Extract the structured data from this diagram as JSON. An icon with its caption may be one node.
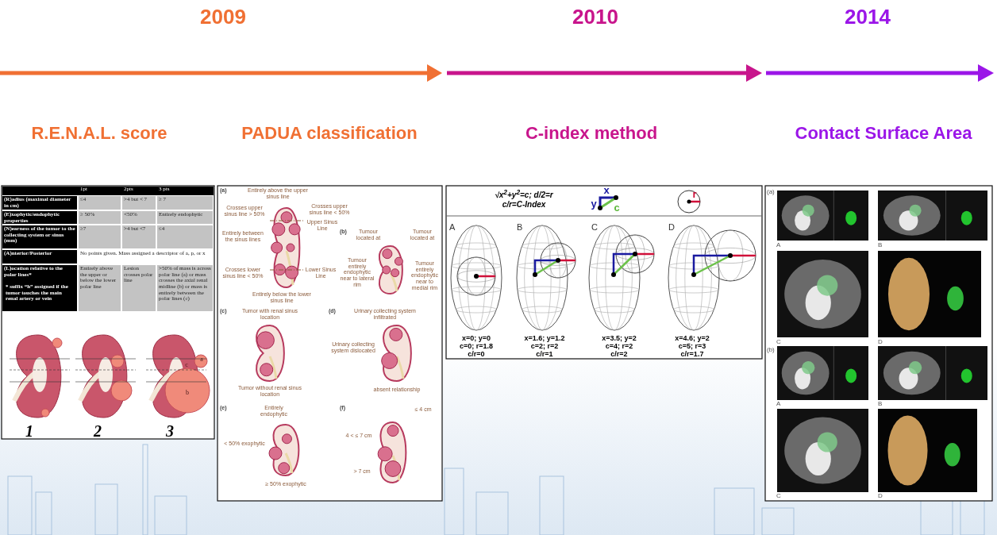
{
  "diagram": {
    "labels": [
      "2009",
      "2010",
      "2014",
      "R.E.N.A.L. score",
      "PADUA classification",
      "C-index method",
      "Contact Surface Area",
      "1pt",
      "2pts",
      "3 pts",
      "(R)adius (maximal diameter in cm)",
      "≤4",
      ">4 but < 7",
      "≥ 7",
      "(E)xophytic/endophytic properties",
      "≥ 50%",
      "<50%",
      "Entirely endophytic",
      "(N)earness of the tumor to the collecting system or sinus (mm)",
      "≥7",
      ">4 but <7",
      "≤4",
      "(A)nterior/Posterior",
      "No points given. Mass assigned a descriptor of a, p, or x",
      "(L)ocation relative to the polar lines*",
      "Entirely above the upper or below the lower polar line",
      "Lesion crosses polar line",
      ">50% of mass is across polar line (a) or mass crosses the axial renal midline (b) or mass is entirely between the polar lines (c)",
      "* suffix “h” assigned if the tumor touches the main renal artery or vein",
      "a",
      "c",
      "b",
      "1",
      "2",
      "3",
      "(a)",
      "Entirely above the upper sinus line",
      "Crosses upper sinus line > 50%",
      "Crosses upper sinus line < 50%",
      "Upper Sinus Line",
      "Entirely between the sinus lines",
      "(b)",
      "Tumour located at",
      "Tumour located at",
      "Lower Sinus Line",
      "Tumour entirely endophytic near to lateral rim",
      "Tumour entirely endophytic near to medial rim",
      "Crosses lower sinus line < 50%",
      "Entirely below the lower sinus line",
      "(c)",
      "Tumor with renal sinus location",
      "(d)",
      "Urinary collecting system infiltrated",
      "Urinary collecting system dislocated",
      "Tumor without renal sinus location",
      "absent relationship",
      "(e)",
      "Entirely endophytic",
      "< 50% exophytic",
      "≥ 50% exophytic",
      "(f)",
      "≤ 4 cm",
      "4 < ≤ 7 cm",
      "> 7 cm",
      "√x$^{2}$+y$^{2}$=c; d/2=r",
      "c/r=C-Index",
      "x",
      "y",
      "c",
      "r",
      "A",
      "B",
      "C",
      "D",
      "x=0; y=0",
      "c=0; r=1.8",
      "c/r=0",
      "x=1.6; y=1.2",
      "c=2; r=2",
      "c/r=1",
      "x=3.5; y=2",
      "c=4; r=2",
      "c/r=2",
      "x=4.6; y=2",
      "c=5; r=3",
      "c/r=1.7",
      "(a)",
      "A",
      "B",
      "C",
      "D",
      "(b)",
      "A",
      "B",
      "C",
      "D"
    ]
  }
}
